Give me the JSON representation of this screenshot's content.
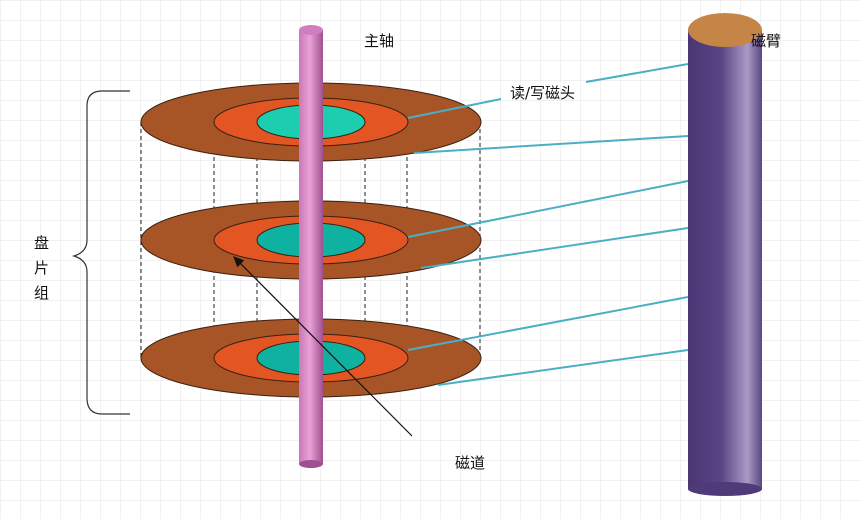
{
  "labels": {
    "spindle": "主轴",
    "arm": "磁臂",
    "head": "读/写磁头",
    "platters": [
      "盘",
      "片",
      "组"
    ],
    "track": "磁道"
  },
  "colors": {
    "grid": "#e3e3e3",
    "disk_outer": "#a75427",
    "disk_middle": "#e35522",
    "disk_inner_top": "#1ccdb0",
    "disk_inner": "#0fb2a0",
    "spindle_light": "#e9a2d6",
    "spindle_dark": "#a05090",
    "arm_light": "#a99ac5",
    "arm_dark": "#4a3673",
    "arm_top": "#c48546",
    "head_line": "#4aafc4"
  }
}
